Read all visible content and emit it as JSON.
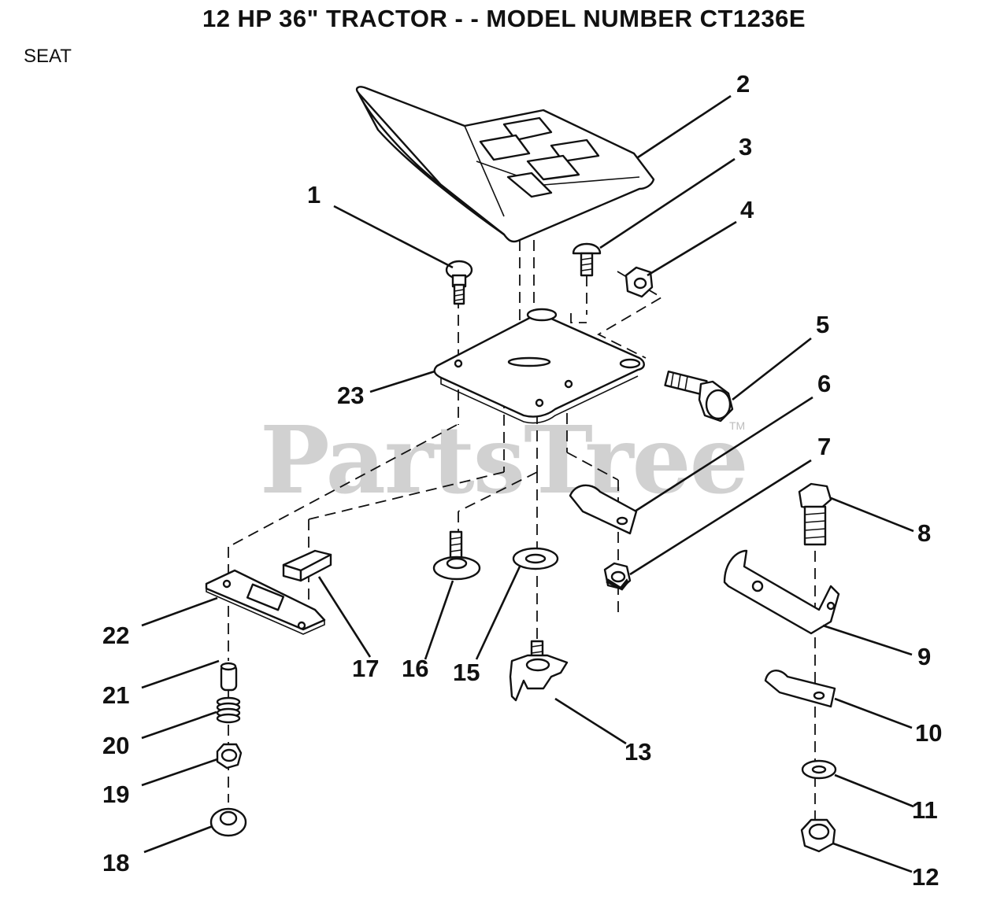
{
  "title": "12 HP 36\" TRACTOR - - MODEL NUMBER CT1236E",
  "section": "SEAT",
  "watermark": "PartsTree",
  "watermark_tm": "TM",
  "callouts": {
    "c1": "1",
    "c2": "2",
    "c3": "3",
    "c4": "4",
    "c5": "5",
    "c6": "6",
    "c7": "7",
    "c8": "8",
    "c9": "9",
    "c10": "10",
    "c11": "11",
    "c12": "12",
    "c13": "13",
    "c15": "15",
    "c16": "16",
    "c17": "17",
    "c18": "18",
    "c19": "19",
    "c20": "20",
    "c21": "21",
    "c22": "22",
    "c23": "23"
  }
}
